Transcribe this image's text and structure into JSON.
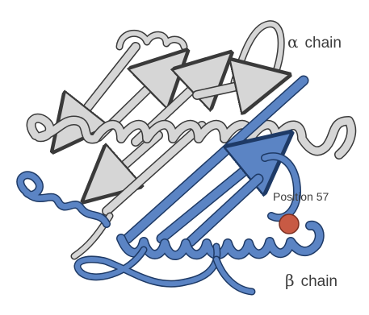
{
  "labels": {
    "alpha_chain": {
      "greek": "α",
      "text": "chain"
    },
    "beta_chain": {
      "greek": "β",
      "text": "chain"
    },
    "position_marker": "Position 57"
  },
  "colors": {
    "alpha_chain": "#d6d6d6",
    "beta_chain": "#5b84c4",
    "outline": "#3a3a3a",
    "position_marker": "#c85a44"
  }
}
